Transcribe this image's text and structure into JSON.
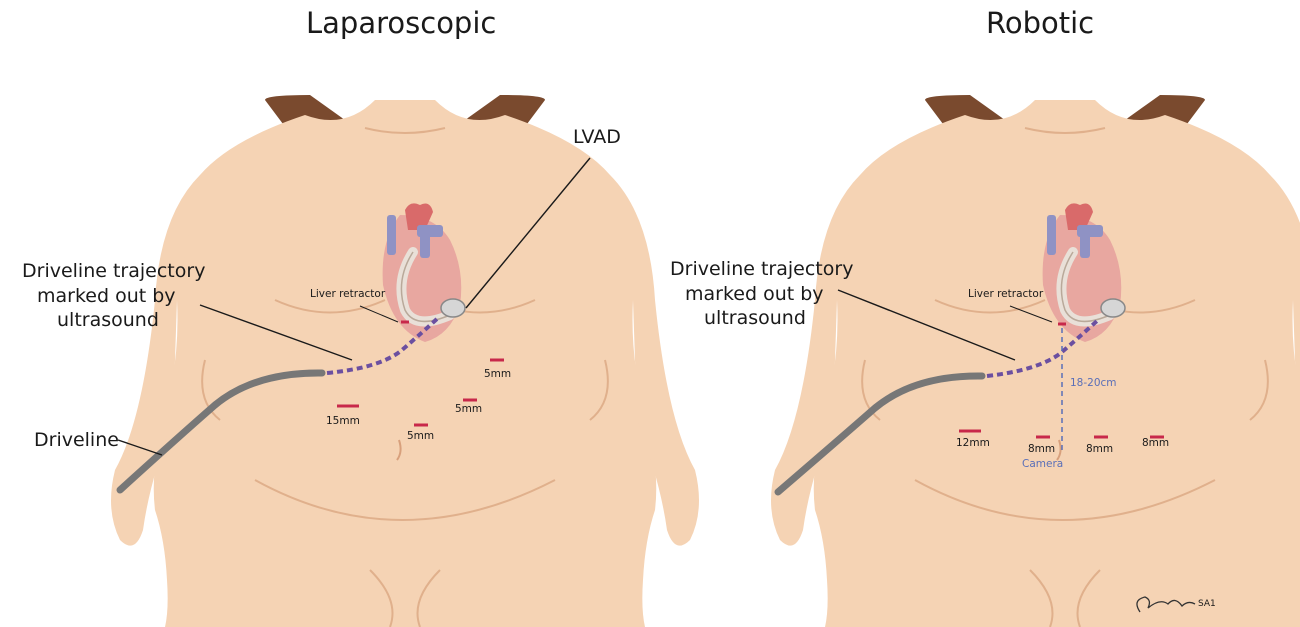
{
  "panels": {
    "left": {
      "title": "Laparoscopic",
      "labels": {
        "lvad": "LVAD",
        "trajectory": [
          "Driveline trajectory",
          "marked out by",
          "ultrasound"
        ],
        "liver_retractor": "Liver retractor",
        "driveline": "Driveline",
        "ports": [
          "15mm",
          "5mm",
          "5mm",
          "5mm"
        ]
      }
    },
    "right": {
      "title": "Robotic",
      "labels": {
        "trajectory": [
          "Driveline trajectory",
          "marked out by",
          "ultrasound"
        ],
        "liver_retractor": "Liver retractor",
        "distance": "18-20cm",
        "camera": "Camera",
        "ports": [
          "12mm",
          "8mm",
          "8mm",
          "8mm"
        ]
      }
    }
  },
  "signature": "SA1",
  "colors": {
    "skin": "#f5d3b4",
    "skin_shadow": "#e9bf9c",
    "hair": "#7a4a2e",
    "heart": "#e8a7a0",
    "vessel": "#8f92c4",
    "driveline_dash": "#6b4fa0",
    "driveline_cable": "#777777",
    "incision": "#c8284a",
    "annotation_blue": "#5a6fb8"
  }
}
